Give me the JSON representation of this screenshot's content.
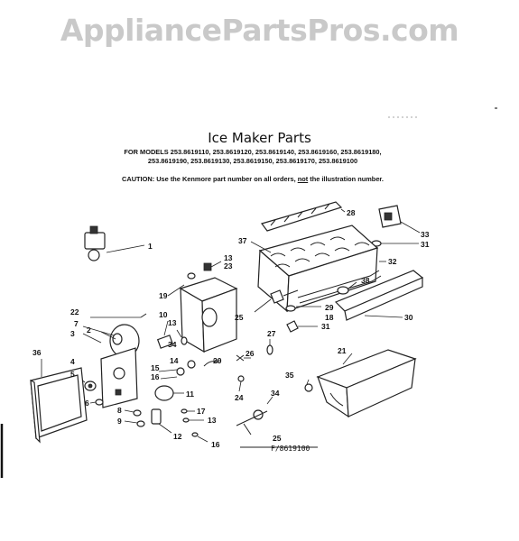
{
  "watermark": "AppliancePartsPros.com",
  "sheet": {
    "title": "Ice Maker Parts",
    "models_line1": "FOR MODELS 253.8619110, 253.8619120, 253.8619140, 253.8619160, 253.8619180,",
    "models_line2": "253.8619190, 253.8619130, 253.8619150, 253.8619170, 253.8619100",
    "caution_prefix": "CAUTION: Use the Kenmore part number on all orders, ",
    "caution_not": "not",
    "caution_suffix": " the illustration number."
  },
  "callouts": {
    "c1": "1",
    "c2": "2",
    "c3": "3",
    "c4": "4",
    "c5": "5",
    "c6": "6",
    "c7": "7",
    "c8": "8",
    "c9": "9",
    "c10": "10",
    "c11": "11",
    "c12": "12",
    "c13a": "13",
    "c13b": "13",
    "c13c": "13",
    "c14": "14",
    "c15": "15",
    "c16a": "16",
    "c16b": "16",
    "c17": "17",
    "c18": "18",
    "c19": "19",
    "c20": "20",
    "c21": "21",
    "c22": "22",
    "c23": "23",
    "c24": "24",
    "c25a": "25",
    "c25b": "25",
    "c26": "26",
    "c27": "27",
    "c28": "28",
    "c29": "29",
    "c30": "30",
    "c31a": "31",
    "c31b": "31",
    "c32": "32",
    "c33": "33",
    "c34a": "34",
    "c34b": "34",
    "c35": "35",
    "c36": "36",
    "c37": "37",
    "c38": "38"
  },
  "model_code": "F/8619100"
}
